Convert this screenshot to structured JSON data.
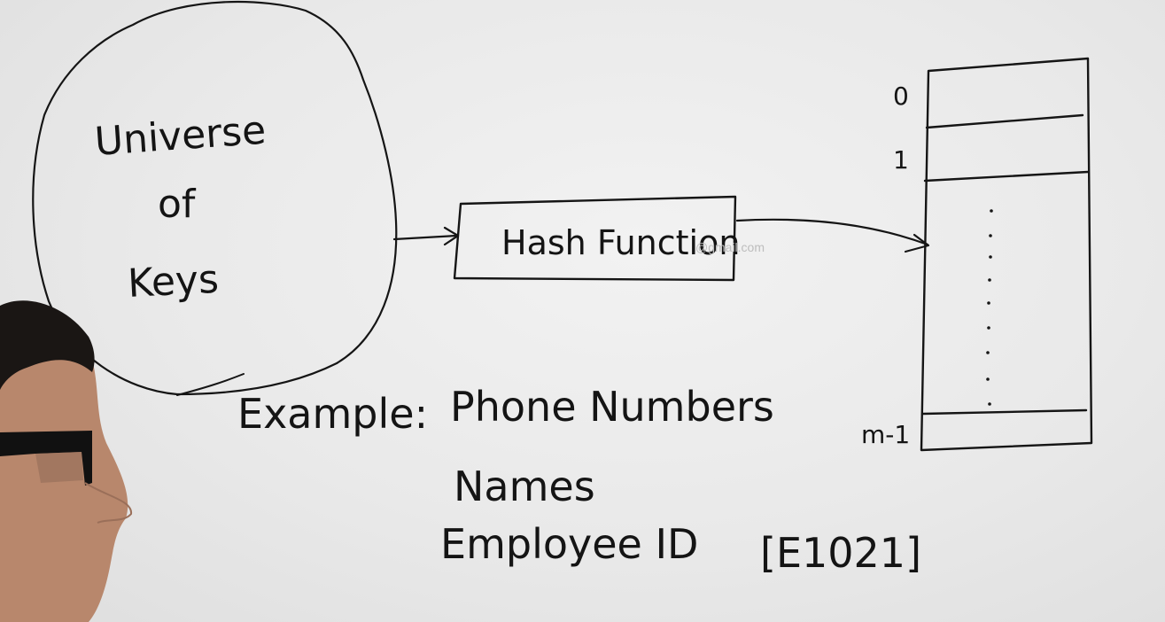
{
  "diagram": {
    "universe": {
      "line1": "Universe",
      "line2": "of",
      "line3": "Keys"
    },
    "hash_function_label": "Hash Function",
    "table": {
      "index_0": "0",
      "index_1": "1",
      "index_last": "m-1"
    },
    "example": {
      "label": "Example:",
      "items": [
        "Phone Numbers",
        "Names",
        "Employee ID",
        "[E1021]"
      ]
    }
  },
  "watermark": "@gmail.com",
  "colors": {
    "ink": "#151515",
    "board": "#ececec"
  }
}
